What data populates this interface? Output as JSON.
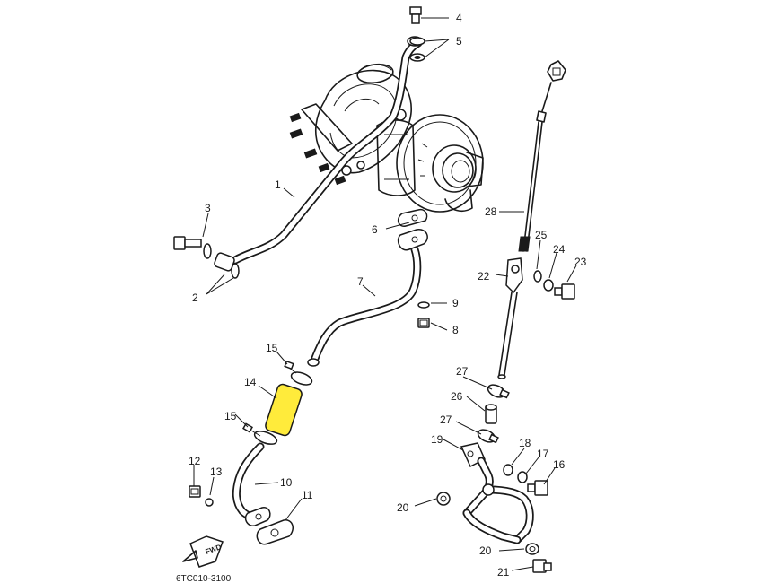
{
  "diagram": {
    "code": "6TC010-3100",
    "fwd_label": "FWD",
    "highlight_color": "#ffeb3b",
    "callouts": {
      "c1": "1",
      "c2": "2",
      "c3": "3",
      "c4": "4",
      "c5": "5",
      "c6": "6",
      "c7": "7",
      "c8": "8",
      "c9": "9",
      "c10": "10",
      "c11": "11",
      "c12": "12",
      "c13": "13",
      "c14": "14",
      "c15a": "15",
      "c15b": "15",
      "c16": "16",
      "c17": "17",
      "c18": "18",
      "c19": "19",
      "c20a": "20",
      "c20b": "20",
      "c21": "21",
      "c22": "22",
      "c23": "23",
      "c24": "24",
      "c25": "25",
      "c26": "26",
      "c27a": "27",
      "c27b": "27",
      "c28": "28"
    }
  }
}
